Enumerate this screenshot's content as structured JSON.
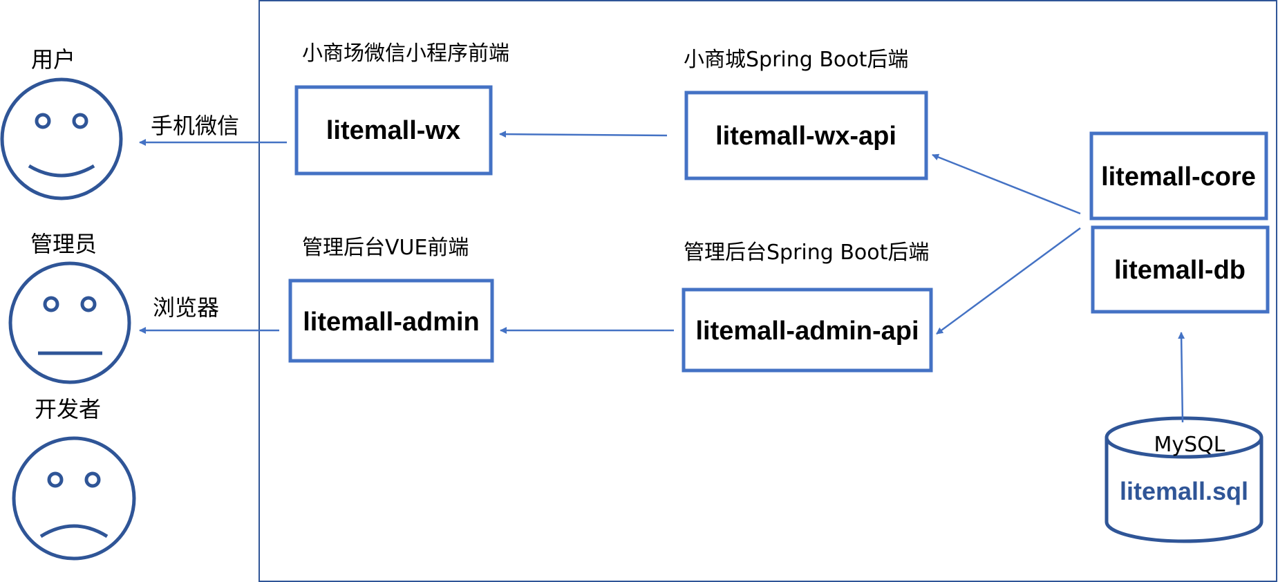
{
  "colors": {
    "accent": "#4472C4",
    "frame": "#2F5597",
    "text": "#000000",
    "sql_text": "#2F5597"
  },
  "roles": {
    "user": {
      "label": "用户",
      "face": "smiling-face-icon",
      "channel": "手机微信"
    },
    "admin": {
      "label": "管理员",
      "face": "neutral-face-icon",
      "channel": "浏览器"
    },
    "developer": {
      "label": "开发者",
      "face": "frowning-face-icon"
    }
  },
  "captions": {
    "wx_frontend": "小商场微信小程序前端",
    "wx_backend": "小商城Spring Boot后端",
    "admin_frontend": "管理后台VUE前端",
    "admin_backend": "管理后台Spring Boot后端"
  },
  "modules": {
    "wx": "litemall-wx",
    "wx_api": "litemall-wx-api",
    "admin": "litemall-admin",
    "admin_api": "litemall-admin-api",
    "core": "litemall-core",
    "db": "litemall-db"
  },
  "database": {
    "engine": "MySQL",
    "file": "litemall.sql"
  }
}
